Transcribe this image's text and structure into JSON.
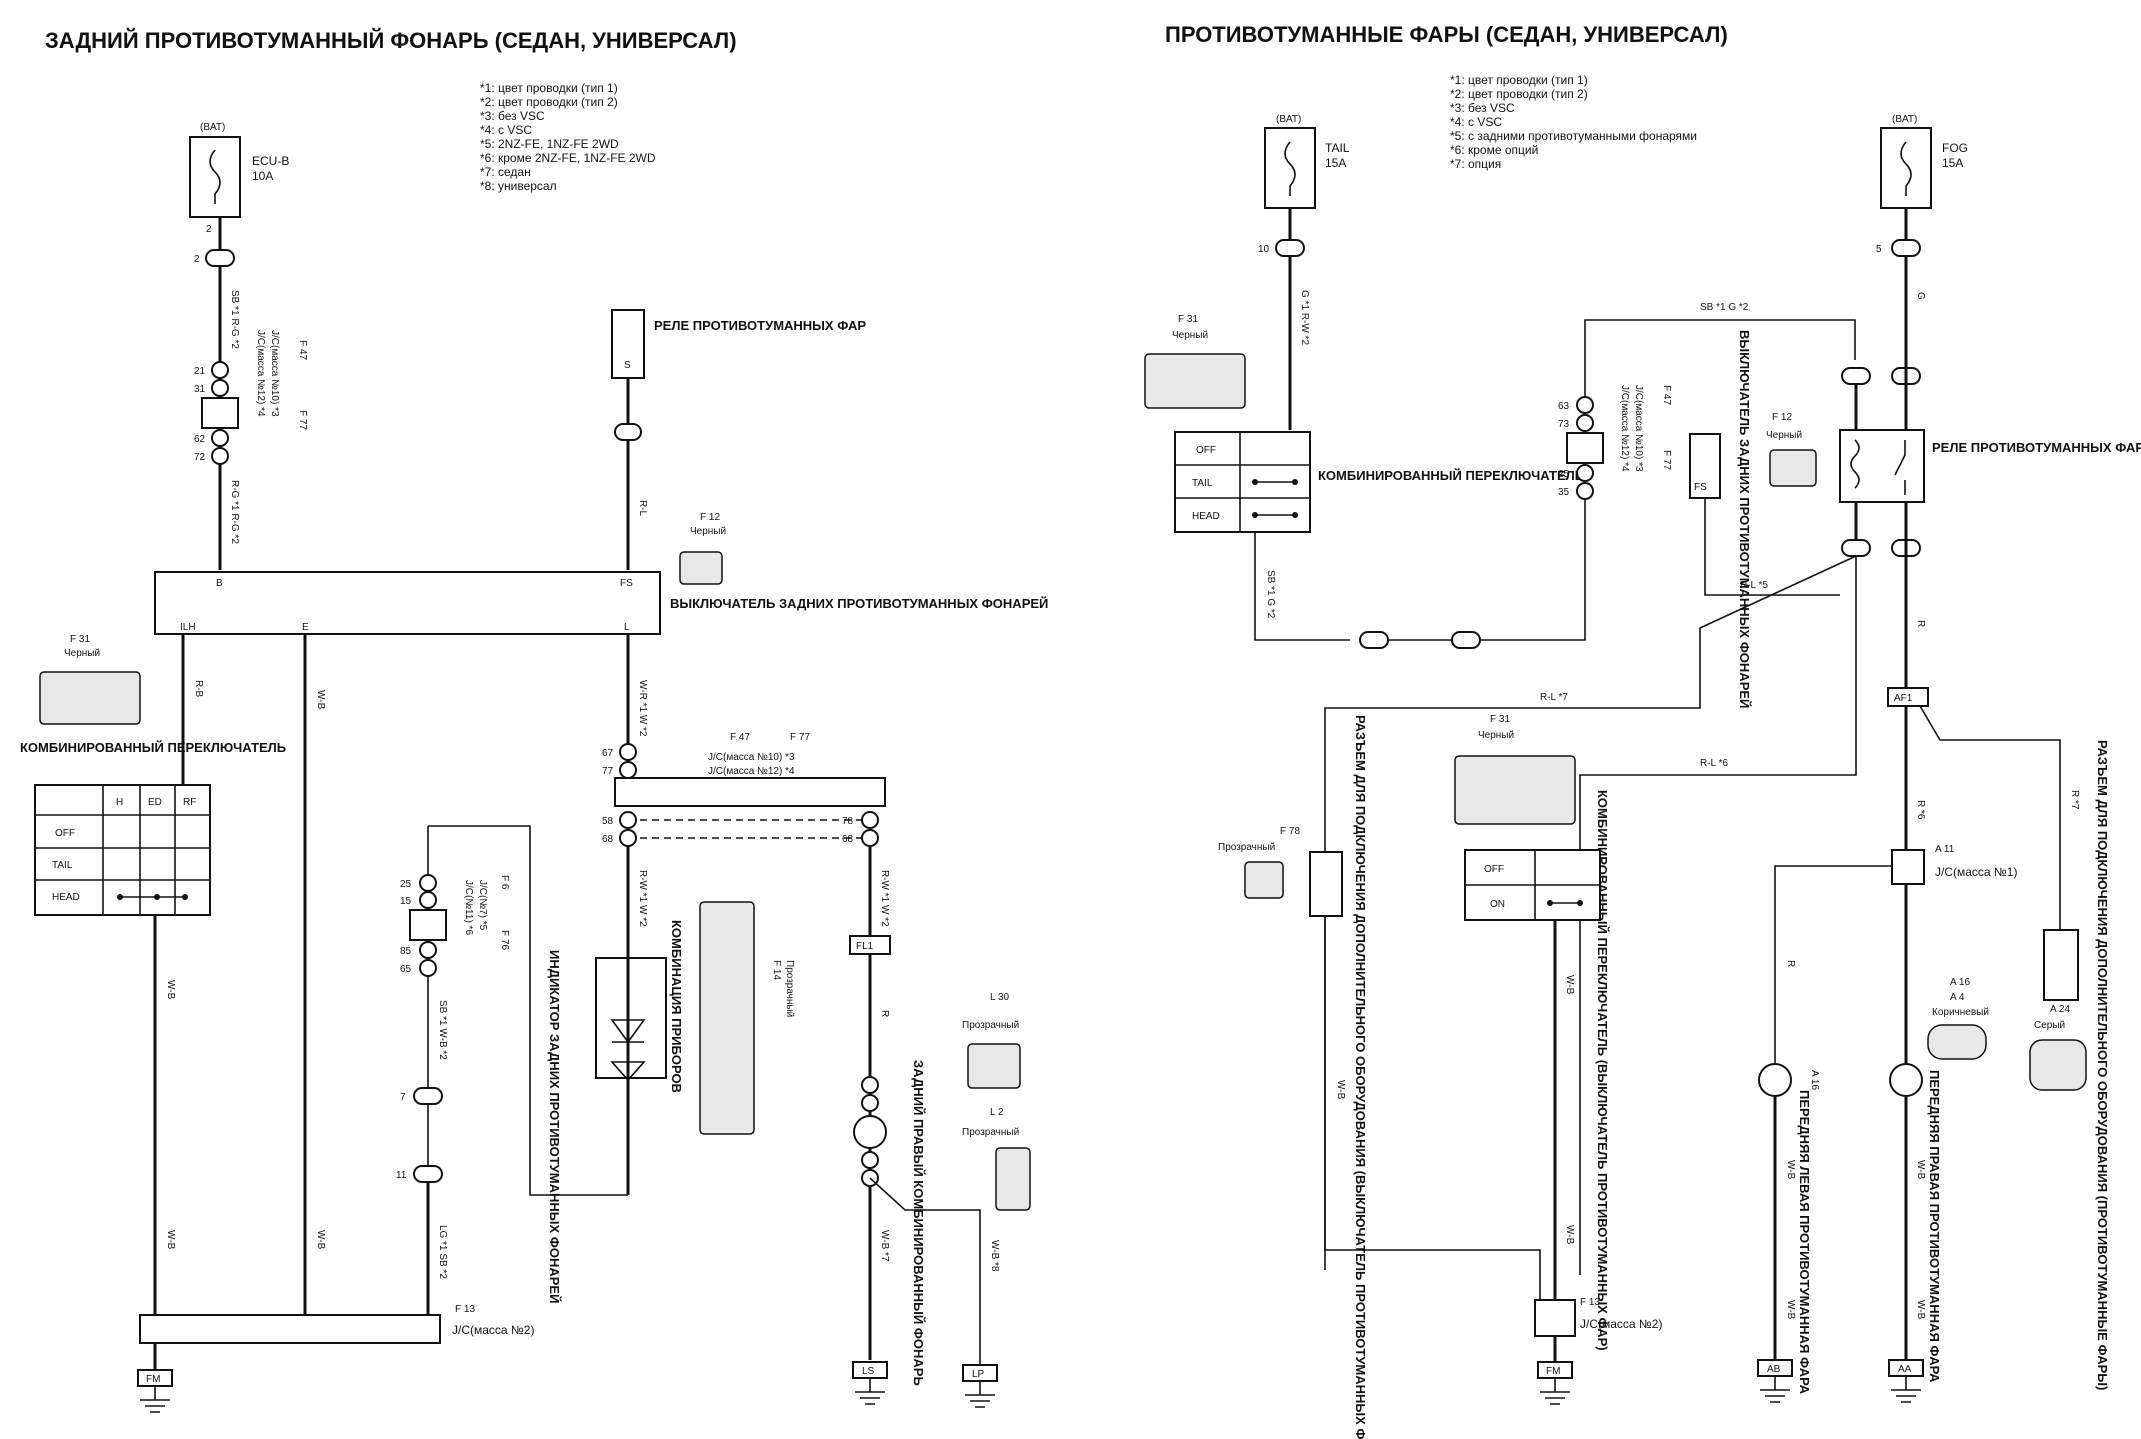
{
  "left": {
    "title": "ЗАДНИЙ ПРОТИВОТУМАННЫЙ ФОНАРЬ (СЕДАН, УНИВЕРСАЛ)",
    "notes": [
      "*1: цвет проводки (тип 1)",
      "*2: цвет проводки (тип 2)",
      "*3: без VSC",
      "*4: с VSC",
      "*5: 2NZ-FE, 1NZ-FE 2WD",
      "*6: кроме 2NZ-FE, 1NZ-FE 2WD",
      "*7: седан",
      "*8: универсал"
    ],
    "bat": "(BAT)",
    "fuse_name": "ECU-B",
    "fuse_amp": "10A",
    "wire_top": "SB *1 R-G *2",
    "jc_f47": "F 47",
    "jc_f77": "F 77",
    "jc_m10": "J/C(масса №10) *3",
    "jc_m12": "J/C(масса №12) *4",
    "wire_rg": "R-G *1 R-G *2",
    "relay_label": "РЕЛЕ ПРОТИВОТУМАННЫХ ФАР",
    "relay_pin": "S",
    "wire_rl": "R-L",
    "f12": "F 12",
    "cherny": "Черный",
    "switch_label": "ВЫКЛЮЧАТЕЛЬ ЗАДНИХ ПРОТИВОТУМАННЫХ ФОНАРЕЙ",
    "pins": {
      "b": "B",
      "fs": "FS",
      "lh": "ILH",
      "e": "E",
      "l": "L"
    },
    "f31": "F 31",
    "combo": "КОМБИНИРОВАННЫЙ ПЕРЕКЛЮЧАТЕЛЬ",
    "sw_cols": [
      "H",
      "ED",
      "RF"
    ],
    "sw_rows": [
      "OFF",
      "TAIL",
      "HEAD"
    ],
    "wire_rb": "R-B",
    "wire_wb": "W-B",
    "wire_wr": "W-R *1 W *2",
    "f47_2": "F 47",
    "f77_2": "F 77",
    "jc_m10_2": "J/C(масса №10) *3",
    "jc_m12_2": "J/C(масса №12) *4",
    "f6": "F 6",
    "f76": "F 76",
    "jc7": "J/C(№7) *5",
    "jc11": "J/C(№11) *6",
    "sbwb": "SB *1 W-B *2",
    "wire_rw": "R-W *1 W *2",
    "indicator": "ИНДИКАТОР ЗАДНИХ ПРОТИВОТУМАННЫХ ФОНАРЕЙ",
    "instrument": "КОМБИНАЦИЯ ПРИБОРОВ",
    "f14": "F 14",
    "prozrachny": "Прозрачный",
    "fl1": "FL1",
    "wire_r": "R",
    "lamp": "ЗАДНИЙ ПРАВЫЙ КОМБИНИРОВАННЫЙ ФОНАРЬ",
    "l30": "L 30",
    "l2": "L 2",
    "lgsb": "LG *1 SB *2",
    "f13": "F 13",
    "jc2": "J/C(масса №2)",
    "wb7": "W-B *7",
    "wb8": "W-B *8",
    "grounds": [
      "FM",
      "LS",
      "LP"
    ]
  },
  "right": {
    "title": "ПРОТИВОТУМАННЫЕ ФАРЫ (СЕДАН, УНИВЕРСАЛ)",
    "notes": [
      "*1: цвет проводки (тип 1)",
      "*2: цвет проводки (тип 2)",
      "*3: без VSC",
      "*4: с VSC",
      "*5: с задними противотуманными фонарями",
      "*6: кроме опций",
      "*7: опция"
    ],
    "bat": "(BAT)",
    "tail": "TAIL",
    "tail_amp": "15A",
    "fog": "FOG",
    "fog_amp": "15A",
    "g_rw": "G *1 R-W *2",
    "sb_g": "SB *1 G *2",
    "f31": "F 31",
    "cherny": "Черный",
    "combo": "КОМБИНИРОВАННЫЙ ПЕРЕКЛЮЧАТЕЛЬ",
    "sw_rows": [
      "OFF",
      "TAIL",
      "HEAD"
    ],
    "jc_f47": "F 47",
    "jc_f77": "F 77",
    "jc_m10": "J/C(масса №10) *3",
    "jc_m12": "J/C(масса №12) *4",
    "rear_switch": "ВЫКЛЮЧАТЕЛЬ ЗАДНИХ ПРОТИВОТУМАННЫХ ФОНАРЕЙ",
    "fs": "FS",
    "f12": "F 12",
    "relay": "РЕЛЕ ПРОТИВОТУМАННЫХ ФАР",
    "g": "G",
    "rl5": "R-L *5",
    "rl7": "R-L *7",
    "rl6": "R-L *6",
    "r": "R",
    "r6": "R *6",
    "r7": "R *7",
    "af1": "AF1",
    "f78": "F 78",
    "prozrachny": "Прозрачный",
    "opt_connector": "РАЗЪЕМ ДЛЯ ПОДКЛЮЧЕНИЯ ДОПОЛНИТЕЛЬНОГО ОБОРУДОВАНИЯ (ВЫКЛЮЧАТЕЛЬ ПРОТИВОТУМАННЫХ ФАР)",
    "combo2": "КОМБИНИРОВАННЫЙ ПЕРЕКЛЮЧАТЕЛЬ (ВЫКЛЮЧАТЕЛЬ ПРОТИВОТУМАННЫХ ФАР)",
    "sw2_rows": [
      "OFF",
      "ON"
    ],
    "a11": "A 11",
    "jc1": "J/C(масса №1)",
    "a16": "A 16",
    "a4": "A 4",
    "korichnevy": "Коричневый",
    "a24": "A 24",
    "sery": "Серый",
    "front_left": "ПЕРЕДНЯЯ ЛЕВАЯ ПРОТИВОТУМАННАЯ ФАРА",
    "front_right": "ПЕРЕДНЯЯ ПРАВАЯ ПРОТИВОТУМАННАЯ ФАРА",
    "opt_connector2": "РАЗЪЕМ ДЛЯ ПОДКЛЮЧЕНИЯ ДОПОЛНИТЕЛЬНОГО ОБОРУДОВАНИЯ (ПРОТИВОТУМАННЫЕ ФАРЫ)",
    "wb": "W-B",
    "f13": "F 13",
    "jc2": "J/C(масса №2)",
    "grounds": [
      "FM",
      "AB",
      "AA"
    ]
  }
}
